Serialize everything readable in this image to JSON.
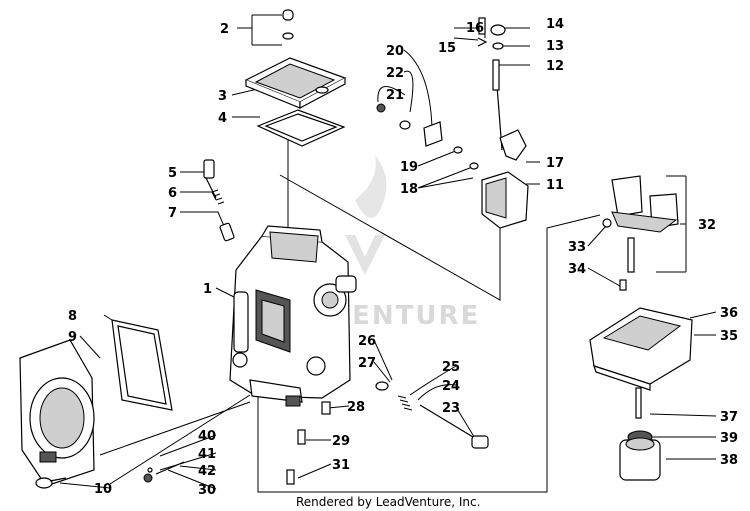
{
  "credit": "Rendered by LeadVenture, Inc.",
  "watermark": "VENTURE",
  "callouts": [
    "1",
    "2",
    "3",
    "4",
    "5",
    "6",
    "7",
    "8",
    "9",
    "10",
    "11",
    "12",
    "13",
    "14",
    "15",
    "16",
    "17",
    "18",
    "19",
    "20",
    "21",
    "22",
    "23",
    "24",
    "25",
    "26",
    "27",
    "28",
    "29",
    "30",
    "31",
    "32",
    "33",
    "34",
    "35",
    "36",
    "37",
    "38",
    "39",
    "40",
    "41",
    "42"
  ]
}
